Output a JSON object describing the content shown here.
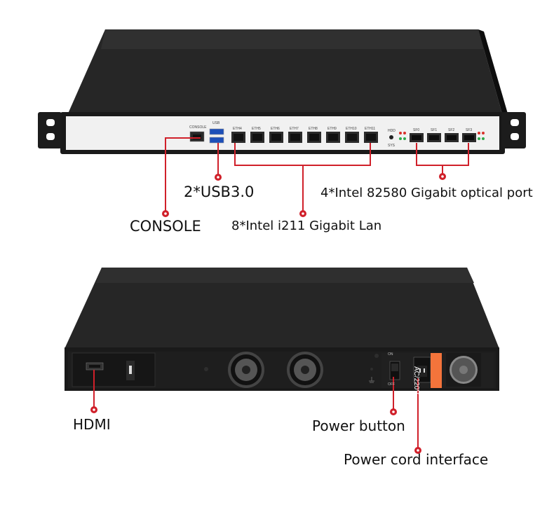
{
  "front_panel": {
    "console_port_label": "CONSOLE",
    "usb_port_label": "USB",
    "eth_ports": [
      "ETH4",
      "ETH5",
      "ETH6",
      "ETH7",
      "ETH8",
      "ETH9",
      "ETH10",
      "ETH11"
    ],
    "hdd_label": "HDD",
    "sys_label": "SYS",
    "sfp_ports": [
      "SF0",
      "SF1",
      "SF2",
      "SF3"
    ]
  },
  "rear_panel": {
    "switch_on_label": "ON",
    "switch_off_label": "OFF",
    "psu_voltage_label": "AC/220V"
  },
  "callouts": {
    "usb": "2*USB3.0",
    "optical": "4*Intel 82580 Gigabit optical port",
    "console": "CONSOLE",
    "lan": "8*Intel i211 Gigabit Lan",
    "hdmi": "HDMI",
    "power_button": "Power button",
    "power_cord": "Power cord interface"
  },
  "colors": {
    "callout_line": "#d0202a",
    "chassis": "#141414",
    "front_bezel": "#f1f1f1",
    "psu_label_bg": "#f4743b"
  }
}
